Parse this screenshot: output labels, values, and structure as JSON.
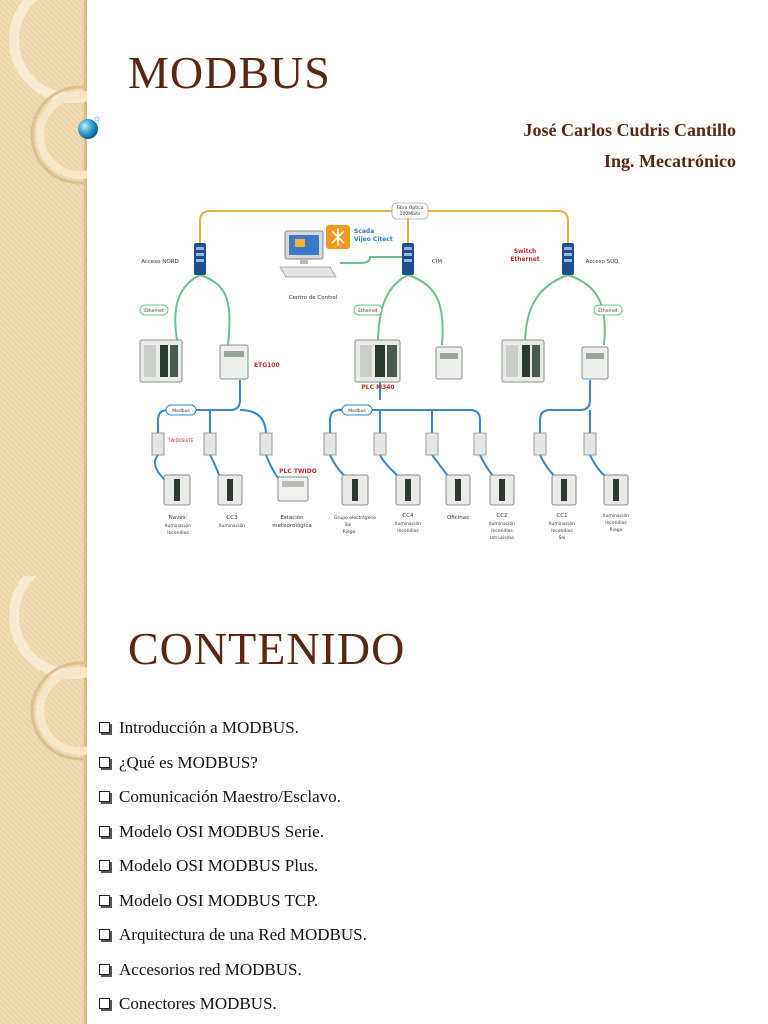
{
  "slide1": {
    "title": "MODBUS",
    "author_name": "José Carlos Cudris Cantillo",
    "author_role": "Ing. Mecatrónico",
    "diagram": {
      "fibra_line1": "Fibra Óptica",
      "fibra_line2": "100Mbits",
      "scada_line1": "Scada",
      "scada_line2": "Vijeo Citect",
      "centro_control": "Centro de Control",
      "acceso_norte": "Acceso NORD",
      "cim": "CIM",
      "acceso_sud": "Acceso SUD",
      "switch_line1": "Switch",
      "switch_line2": "Ethernet",
      "ethernet_label": "Ethernet",
      "modbus_label": "Modbus",
      "etg100": "ETG100",
      "plc_m340": "PLC M340",
      "plc_twido": "PLC TWIDO",
      "twidosuite": "TWIDOSUITE",
      "naves": "Naves:",
      "naves_sub1": "Iluminación",
      "naves_sub2": "Incendios",
      "cc3": "CC3",
      "cc3_sub1": "Iluminación",
      "estacion_line1": "Estación",
      "estacion_line2": "meteorológica",
      "grupo_line1": "Grupo electrógeno",
      "grupo_line2": "Sai",
      "grupo_line3": "Riego",
      "cc4": "CC4",
      "cc4_sub1": "Iluminación",
      "cc4_sub2": "Incendios",
      "oficinas": "Oficinas",
      "cc2": "CC2",
      "cc2_sub1": "Iluminación",
      "cc2_sub2": "Incendios",
      "cc2_sub3": "Intrusismo",
      "cc1": "CC1",
      "cc1_sub1": "Iluminación",
      "cc1_sub2": "Incendios",
      "cc1_sub3": "Sai",
      "ilum_line1": "Iluminación",
      "ilum_line2": "Incendios",
      "ilum_line3": "Riego",
      "line_colors": {
        "fiber": "#e8b04a",
        "ethernet": "#6cc08f",
        "modbus": "#3a86c6"
      }
    }
  },
  "slide2": {
    "title": "CONTENIDO",
    "items": [
      "Introducción a MODBUS.",
      "¿Qué es MODBUS?",
      "Comunicación Maestro/Esclavo.",
      "Modelo OSI MODBUS Serie.",
      "Modelo OSI MODBUS Plus.",
      "Modelo OSI MODBUS TCP.",
      "Arquitectura de una Red MODBUS.",
      "Accesorios red MODBUS.",
      "Conectores MODBUS."
    ]
  },
  "theme": {
    "title_color": "#5a2613",
    "strip_color": "#efdcb4",
    "bubble_color": "#3aa6d8"
  }
}
